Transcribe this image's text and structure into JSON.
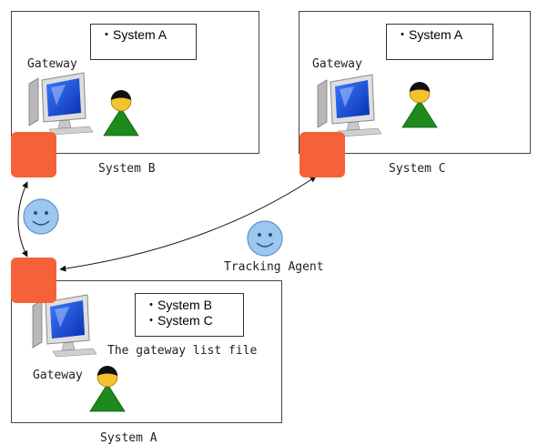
{
  "systems": {
    "b": {
      "name": "System B",
      "gateway_label": "Gateway",
      "list": [
        "System A"
      ]
    },
    "c": {
      "name": "System C",
      "gateway_label": "Gateway",
      "list": [
        "System A"
      ]
    },
    "a": {
      "name": "System A",
      "gateway_label": "Gateway",
      "list": [
        "System B",
        "System C"
      ],
      "list_caption": "The gateway list file"
    }
  },
  "agent": {
    "label": "Tracking Agent"
  },
  "colors": {
    "gateway_node": "#f5623a",
    "person_body": "#1e8a1e",
    "person_head": "#f3c22e",
    "smiley_face": "#9cc7ee",
    "monitor_screen": "#1f4fd6"
  },
  "icons": [
    "computer-icon",
    "person-icon",
    "smiley-agent-icon",
    "gateway-node"
  ]
}
